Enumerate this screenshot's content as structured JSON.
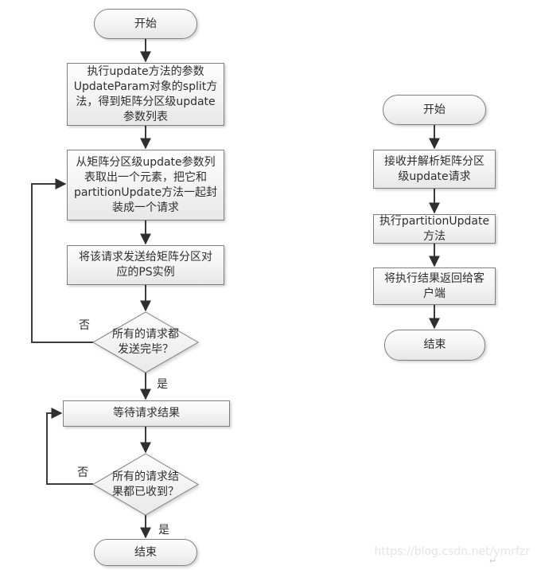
{
  "diagram_title": "matrix partition update flowcharts",
  "labels": {
    "yes": "是",
    "no": "否"
  },
  "left_flow": {
    "start": "开始",
    "box1": {
      "lines": [
        "执行update方法的参数",
        "UpdateParam对象的split方",
        "法，得到矩阵分区级update",
        "参数列表"
      ]
    },
    "box2": {
      "lines": [
        "从矩阵分区级update参数列",
        "表取出一个元素，把它和",
        "partitionUpdate方法一起封",
        "装成一个请求"
      ]
    },
    "box3": {
      "lines": [
        "将该请求发送给矩阵分区对",
        "应的PS实例"
      ]
    },
    "diamond1": {
      "lines": [
        "所有的请求都",
        "发送完毕？"
      ]
    },
    "box4": {
      "lines": [
        "等待请求结果"
      ]
    },
    "diamond2": {
      "lines": [
        "所有的请求结",
        "果都已收到？"
      ]
    },
    "end": "结束"
  },
  "right_flow": {
    "start": "开始",
    "box1": {
      "lines": [
        "接收并解析矩阵分区",
        "级update请求"
      ]
    },
    "box2": {
      "lines": [
        "执行partitionUpdate",
        "方法"
      ]
    },
    "box3": {
      "lines": [
        "将执行结果返回给客",
        "户端"
      ]
    },
    "end": "结束"
  },
  "watermark": {
    "text": "https://blog.csdn.net/ymrfzr",
    "return_mark": "↵"
  },
  "colors": {
    "node_border": "#7f7f7f",
    "arrow": "#3c3c3c",
    "text": "#2e2e2e",
    "watermark": "#e4e4e4",
    "background": "#ffffff"
  }
}
